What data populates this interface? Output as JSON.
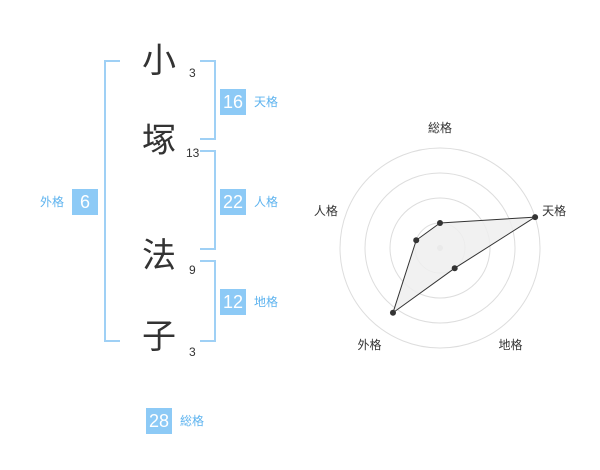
{
  "name": {
    "characters": [
      {
        "kanji": "小",
        "strokes": "3"
      },
      {
        "kanji": "塚",
        "strokes": "13"
      },
      {
        "kanji": "法",
        "strokes": "9"
      },
      {
        "kanji": "子",
        "strokes": "3"
      }
    ]
  },
  "fortune": {
    "tenkaku": {
      "value": "16",
      "label": "天格"
    },
    "jinkaku": {
      "value": "22",
      "label": "人格"
    },
    "chikaku": {
      "value": "12",
      "label": "地格"
    },
    "gaikaku": {
      "value": "6",
      "label": "外格"
    },
    "soukaku": {
      "value": "28",
      "label": "総格"
    }
  },
  "colors": {
    "accent": "#8dcaf6",
    "bracket": "#9fd0f5",
    "label": "#5db3ef",
    "ring": "#dddddd",
    "polygon_fill": "#eeeeee",
    "point": "#333333"
  },
  "chart_data": {
    "type": "radar",
    "axes": [
      "総格",
      "天格",
      "地格",
      "外格",
      "人格"
    ],
    "values": [
      0.25,
      1.0,
      0.25,
      0.8,
      0.25
    ],
    "range": [
      0,
      1
    ],
    "rings": 4
  }
}
